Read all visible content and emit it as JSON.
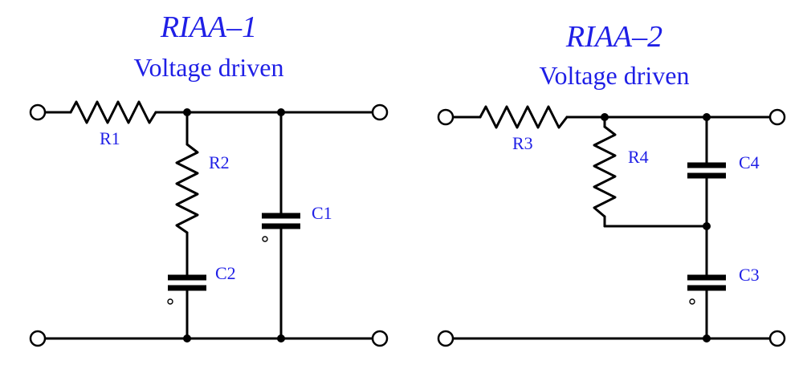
{
  "colors": {
    "text": "#1f1fe6",
    "wire": "#000000"
  },
  "circuits": [
    {
      "title": "RIAA–1",
      "subtitle": "Voltage driven",
      "labels": {
        "R1": "R1",
        "R2": "R2",
        "C1": "C1",
        "C2": "C2"
      }
    },
    {
      "title": "RIAA–2",
      "subtitle": "Voltage driven",
      "labels": {
        "R3": "R3",
        "R4": "R4",
        "C3": "C3",
        "C4": "C4"
      }
    }
  ]
}
